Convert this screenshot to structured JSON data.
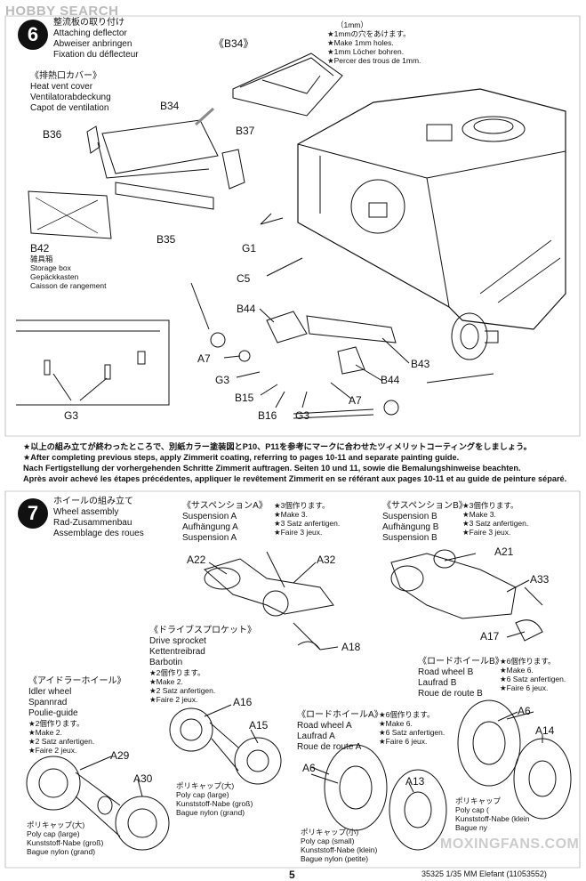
{
  "watermarks": {
    "top": "HOBBY SEARCH",
    "bottom": "MOXINGFANS.COM"
  },
  "step6": {
    "number": "6",
    "title": [
      "整流板の取り付け",
      "Attaching deflector",
      "Abweiser anbringen",
      "Fixation du déflecteur"
    ],
    "holes_note": [
      "（1mm）",
      "★1mmの穴をあけます。",
      "★Make 1mm holes.",
      "★1mm Löcher bohren.",
      "★Percer des trous de 1mm."
    ],
    "heat_vent": [
      "《排熱口カバー》",
      "Heat vent cover",
      "Ventilatorabdeckung",
      "Capot de ventilation"
    ],
    "storage_box": [
      "雑具箱",
      "Storage box",
      "Gepäckkasten",
      "Caisson de rangement"
    ],
    "labels": {
      "b34_box": "《B34》",
      "b34": "B34",
      "b36": "B36",
      "b37": "B37",
      "b35": "B35",
      "b42": "B42",
      "g1": "G1",
      "c5": "C5",
      "b44a": "B44",
      "a7a": "A7",
      "g3a": "G3",
      "b15": "B15",
      "b16": "B16",
      "g3b": "G3",
      "a7b": "A7",
      "b44b": "B44",
      "b43": "B43",
      "g3c": "G3"
    }
  },
  "zimmerit": [
    "★以上の組み立てが終わったところで、別紙カラー塗装図とP10、P11を参考にマークに合わせたツィメリットコーティングをしましょう。",
    "★After completing previous steps, apply Zimmerit coating, referring to pages 10-11 and separate painting guide.",
    "Nach Fertigstellung der vorhergehenden Schritte Zimmerit auftragen. Seiten 10 und 11, sowie die Bemalungshinweise beachten.",
    "Après avoir achevé les étapes précédentes, appliquer le revêtement Zimmerit en se référant aux pages 10-11 et au guide de peinture séparé."
  ],
  "step7": {
    "number": "7",
    "title": [
      "ホイールの組み立て",
      "Wheel assembly",
      "Rad-Zusammenbau",
      "Assemblage des roues"
    ],
    "susp_a": [
      "《サスペンションA》",
      "Suspension A",
      "Aufhängung A",
      "Suspension A"
    ],
    "susp_a_note": [
      "★3個作ります。",
      "★Make 3.",
      "★3 Satz anfertigen.",
      "★Faire 3 jeux."
    ],
    "susp_b": [
      "《サスペンションB》",
      "Suspension B",
      "Aufhängung B",
      "Suspension B"
    ],
    "susp_b_note": [
      "★3個作ります。",
      "★Make 3.",
      "★3 Satz anfertigen.",
      "★Faire 3 jeux."
    ],
    "sprocket": [
      "《ドライブスプロケット》",
      "Drive sprocket",
      "Kettentreibrad",
      "Barbotin"
    ],
    "sprocket_note": [
      "★2個作ります。",
      "★Make 2.",
      "★2 Satz anfertigen.",
      "★Faire 2 jeux."
    ],
    "idler": [
      "《アイドラーホイール》",
      "Idler wheel",
      "Spannrad",
      "Poulie-guide"
    ],
    "idler_note": [
      "★2個作ります。",
      "★Make 2.",
      "★2 Satz anfertigen.",
      "★Faire 2 jeux."
    ],
    "road_a": [
      "《ロードホイールA》",
      "Road wheel A",
      "Laufrad A",
      "Roue de route A"
    ],
    "road_a_note": [
      "★6個作ります。",
      "★Make 6.",
      "★6 Satz anfertigen.",
      "★Faire 6 jeux."
    ],
    "road_b": [
      "《ロードホイールB》",
      "Road wheel B",
      "Laufrad B",
      "Roue de route B"
    ],
    "road_b_note": [
      "★6個作ります。",
      "★Make 6.",
      "★6 Satz anfertigen.",
      "★Faire 6 jeux."
    ],
    "polycap_large_1": [
      "ポリキャップ(大)",
      "Poly cap (large)",
      "Kunststoff-Nabe (groß)",
      "Bague nylon (grand)"
    ],
    "polycap_large_2": [
      "ポリキャップ(大)",
      "Poly cap (large)",
      "Kunststoff-Nabe (groß)",
      "Bague nylon (grand)"
    ],
    "polycap_small_1": [
      "ポリキャップ(小)",
      "Poly cap (small)",
      "Kunststoff-Nabe (klein)",
      "Bague nylon (petite)"
    ],
    "polycap_small_2": [
      "ポリキャップ",
      "Poly cap (",
      "Kunststoff-Nabe (klein",
      "Bague ny"
    ],
    "labels": {
      "a22": "A22",
      "a32": "A32",
      "a18": "A18",
      "a21": "A21",
      "a33": "A33",
      "a17": "A17",
      "a16": "A16",
      "a15": "A15",
      "a29": "A29",
      "a30": "A30",
      "a6a": "A6",
      "a13": "A13",
      "a6b": "A6",
      "a14": "A14"
    }
  },
  "footer": {
    "page": "5",
    "code": "35325  1/35 MM Elefant (11053552)"
  }
}
